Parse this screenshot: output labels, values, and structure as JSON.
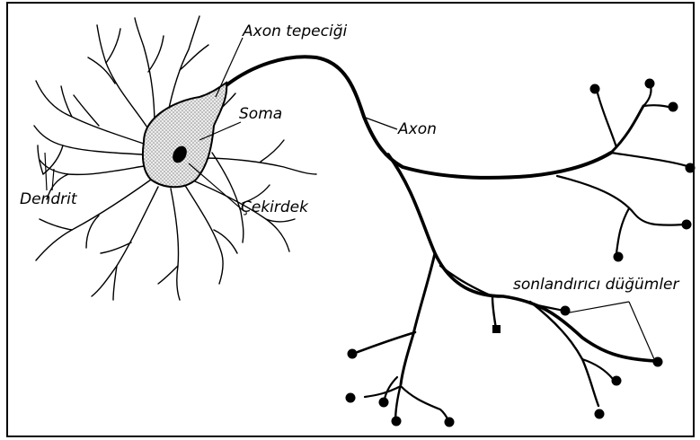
{
  "labels": {
    "axon_hillock": "Axon tepeciği",
    "soma": "Soma",
    "axon": "Axon",
    "nucleus": "Çekirdek",
    "dendrite": "Dendrit",
    "terminals": "sonlandırıcı düğümler"
  },
  "colors": {
    "line": "#000000",
    "soma_fill": "#d9d9d9",
    "background": "#ffffff"
  }
}
